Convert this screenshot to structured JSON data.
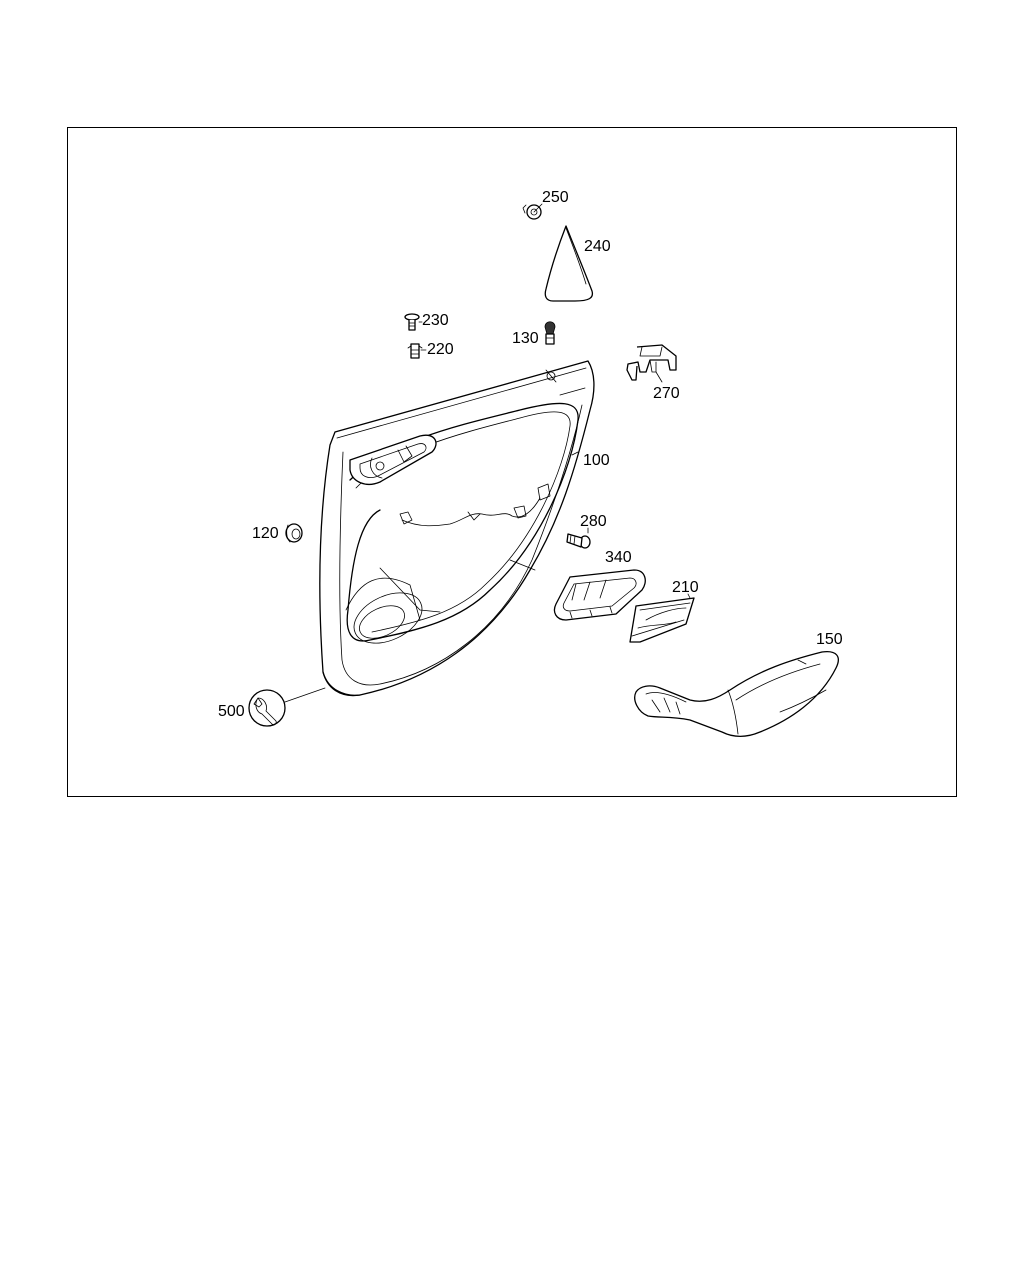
{
  "parts": {
    "p250": "250",
    "p240": "240",
    "p230": "230",
    "p220": "220",
    "p130": "130",
    "p270": "270",
    "p100": "100",
    "p120": "120",
    "p280": "280",
    "p340": "340",
    "p210": "210",
    "p150": "150",
    "p500": "500"
  },
  "icons": {
    "service": "wrench-icon"
  }
}
